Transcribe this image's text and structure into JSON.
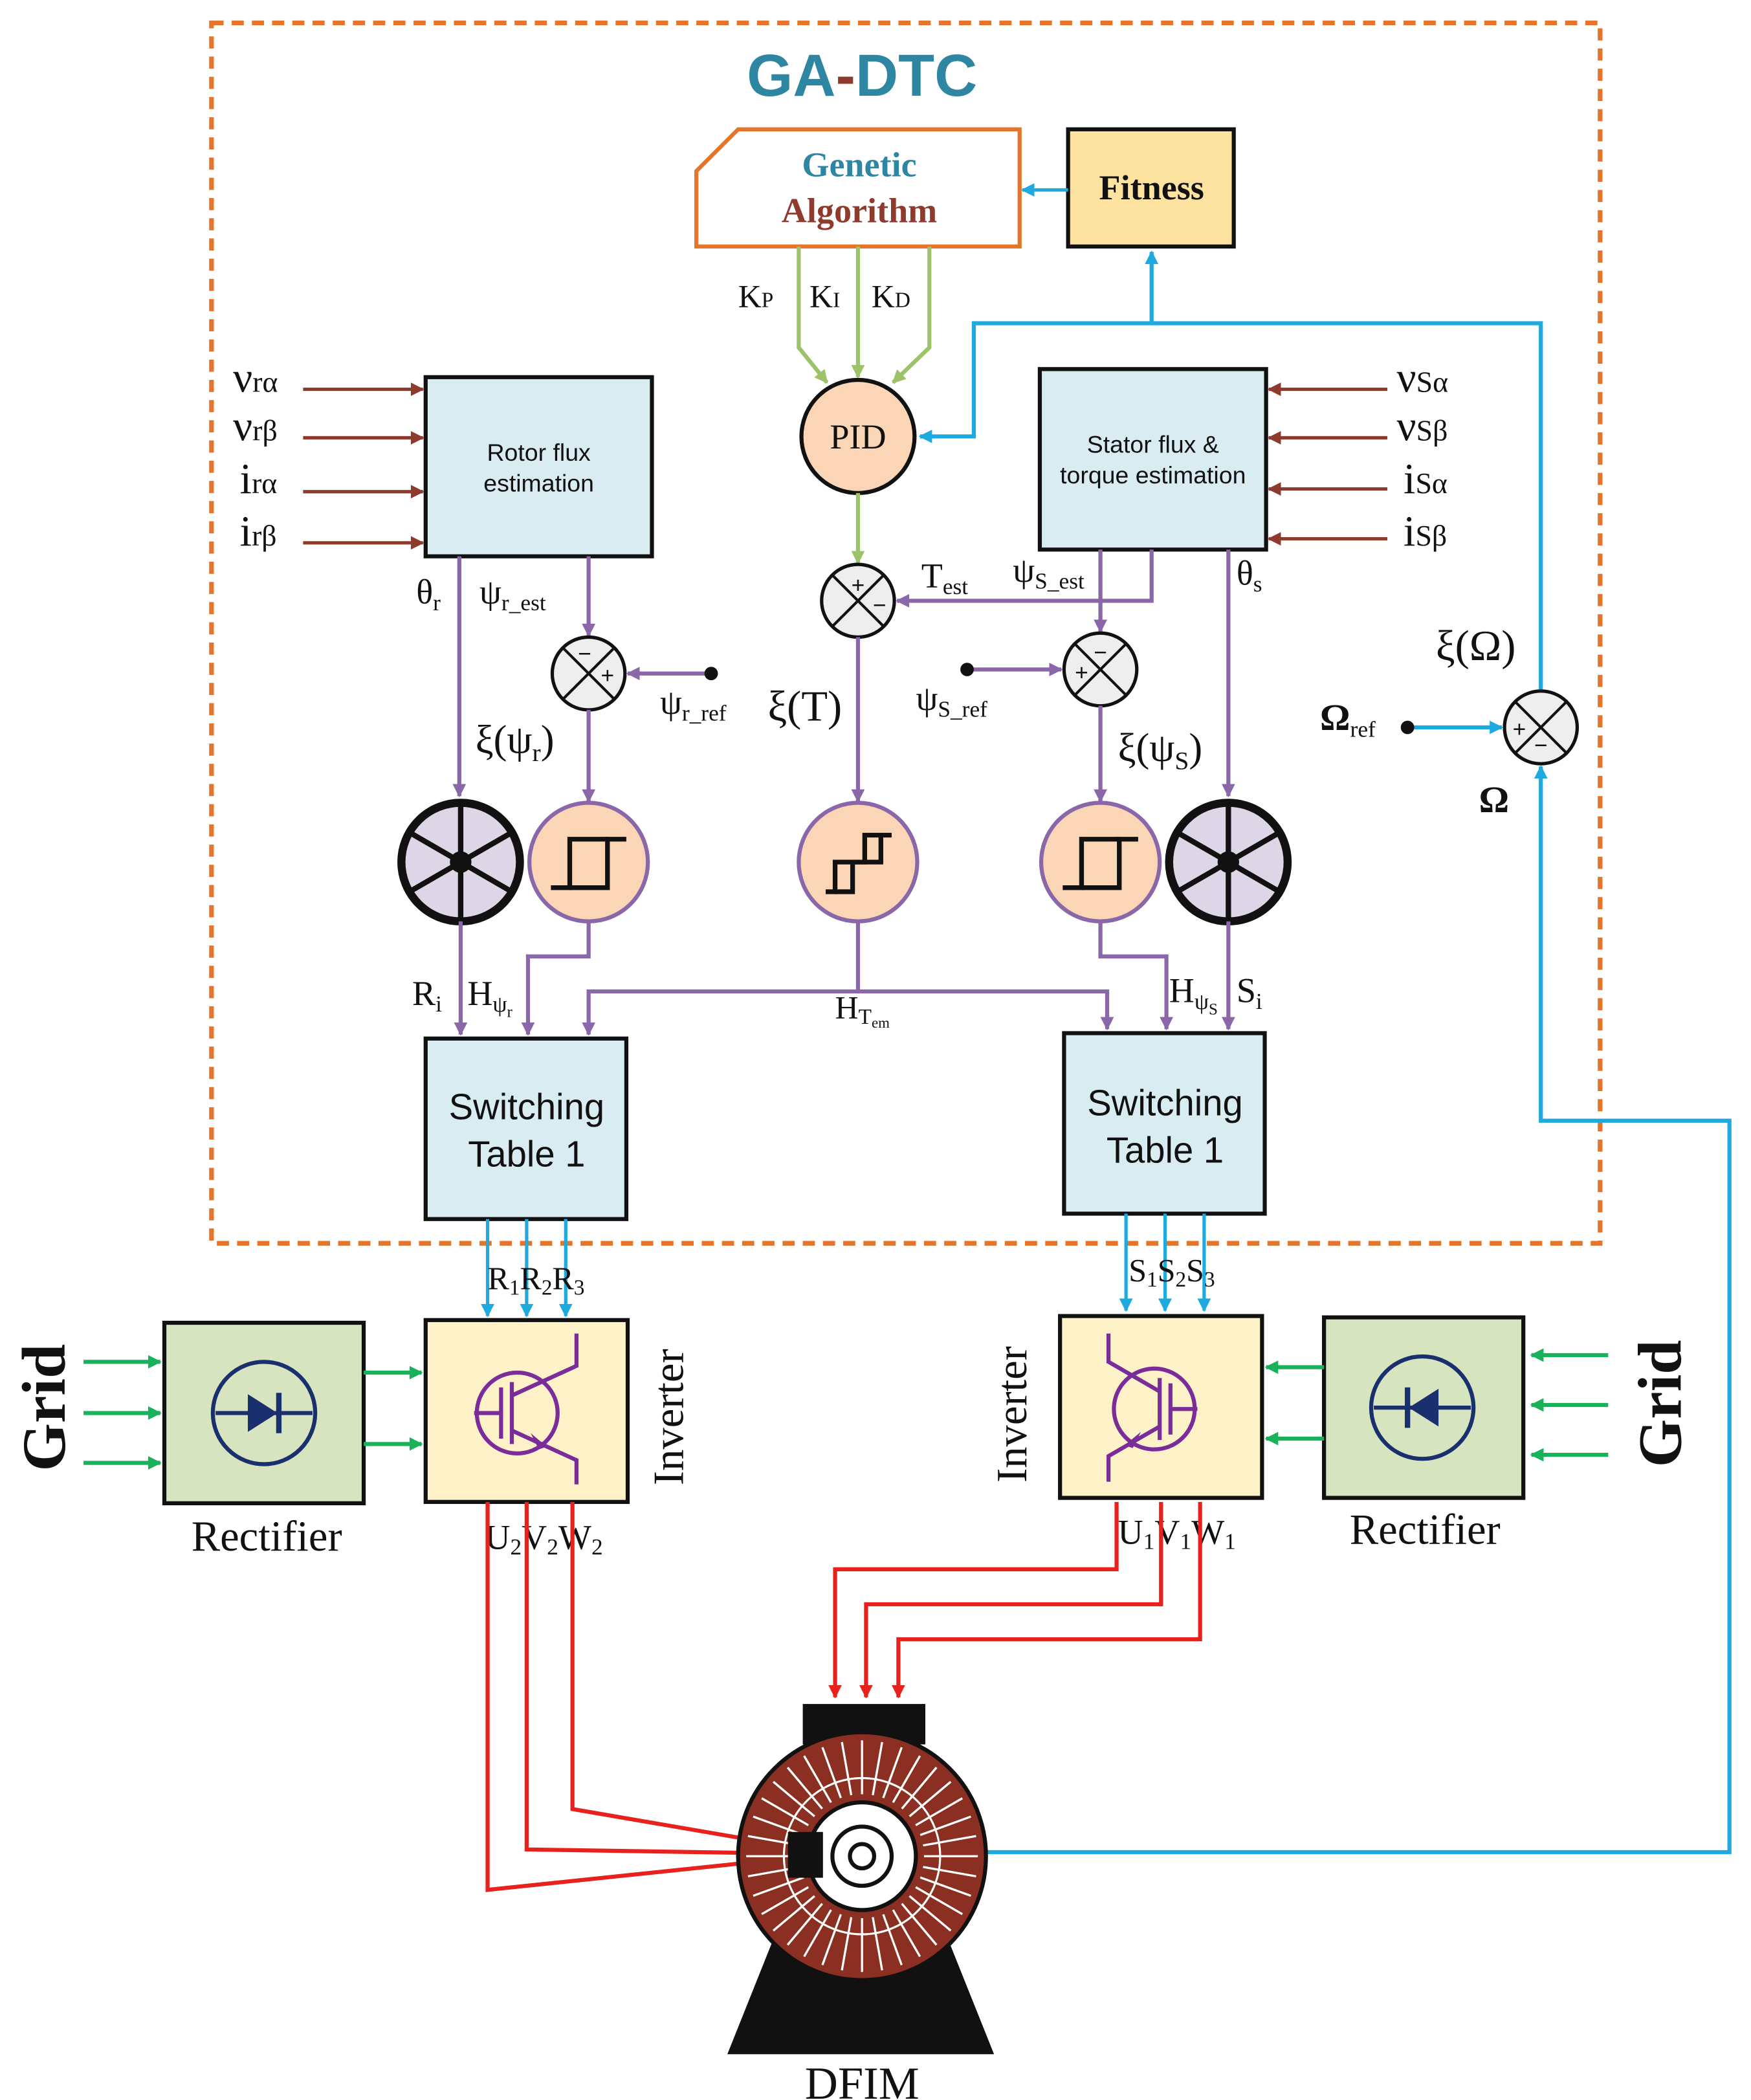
{
  "title": {
    "part1": "GA",
    "dash": "-",
    "part2": "DTC"
  },
  "blocks": {
    "ga_line1": "Genetic",
    "ga_line2": "Algorithm",
    "fitness": "Fitness",
    "pid": "PID",
    "rotor_est_line1": "Rotor flux",
    "rotor_est_line2": "estimation",
    "stator_est_line1": "Stator flux &",
    "stator_est_line2": "torque estimation",
    "switch_left_line1": "Switching",
    "switch_left_line2": "Table 1",
    "switch_right_line1": "Switching",
    "switch_right_line2": "Table 1",
    "inverter_left": "Inverter",
    "inverter_right": "Inverter",
    "rectifier_left": "Rectifier",
    "rectifier_right": "Rectifier",
    "grid_left": "Grid",
    "grid_right": "Grid",
    "motor": "DFIM"
  },
  "signals": {
    "kp_main": "K",
    "kp_sub": "P",
    "ki_main": "K",
    "ki_sub": "I",
    "kd_main": "K",
    "kd_sub": "D",
    "v_ra_main": "ν",
    "v_ra_sub": "rα",
    "v_rb_main": "ν",
    "v_rb_sub": "rβ",
    "i_ra_main": "i",
    "i_ra_sub": "rα",
    "i_rb_main": "i",
    "i_rb_sub": "rβ",
    "v_sa_main": "ν",
    "v_sa_sub": "Sα",
    "v_sb_main": "ν",
    "v_sb_sub": "Sβ",
    "i_sa_main": "i",
    "i_sa_sub": "Sα",
    "i_sb_main": "i",
    "i_sb_sub": "Sβ",
    "theta_r_main": "θ",
    "theta_r_sub": "r",
    "psi_r_est_main": "ψ",
    "psi_r_est_sub": "r_est",
    "psi_r_ref_main": "ψ",
    "psi_r_ref_sub": "r_ref",
    "xi_psi_r_pre": "ξ(ψ",
    "xi_psi_r_sub": "r",
    "xi_psi_r_post": ")",
    "t_est_main": "T",
    "t_est_sub": "est",
    "psi_s_est_main": "ψ",
    "psi_s_est_sub": "S_est",
    "theta_s_main": "θ",
    "theta_s_sub": "s",
    "psi_s_ref_main": "ψ",
    "psi_s_ref_sub": "S_ref",
    "xi_t": "ξ(T)",
    "xi_psi_s_pre": "ξ(ψ",
    "xi_psi_s_sub": "S",
    "xi_psi_s_post": ")",
    "xi_omega": "ξ(Ω)",
    "omega_ref_main": "Ω",
    "omega_ref_sub": "ref",
    "omega": "Ω",
    "r_i_main": "R",
    "r_i_sub": "i",
    "h_psi_r_main": "H",
    "h_psi_r_sub": "ψ",
    "h_psi_r_subsub": "r",
    "h_tem_main": "H",
    "h_tem_sub": "T",
    "h_tem_subsub": "em",
    "h_psi_s_main": "H",
    "h_psi_s_sub": "ψ",
    "h_psi_s_subsub": "S",
    "s_i_main": "S",
    "s_i_sub": "i",
    "r1_main": "R",
    "r1_sub": "1",
    "r2_main": "R",
    "r2_sub": "2",
    "r3_main": "R",
    "r3_sub": "3",
    "s1_main": "S",
    "s1_sub": "1",
    "s2_main": "S",
    "s2_sub": "2",
    "s3_main": "S",
    "s3_sub": "3",
    "u2_main": "U",
    "u2_sub": "2",
    "v2_main": "V",
    "v2_sub": "2",
    "w2_main": "W",
    "w2_sub": "2",
    "u1_main": "U",
    "u1_sub": "1",
    "v1_main": "V",
    "v1_sub": "1",
    "w1_main": "W",
    "w1_sub": "1"
  },
  "summing_signs": {
    "plus": "+",
    "minus": "−"
  },
  "colors": {
    "title_teal": "#2f86a3",
    "title_brown": "#8e3a2c",
    "title_orange": "#e4752a",
    "frame_orange": "#e4752a",
    "box_blue": "#d8ecf2",
    "fitness_yellow": "#fde3a0",
    "block_peach": "#fbd6b6",
    "sector_lavender": "#ddd6e6",
    "converter_green": "#d6e4bf",
    "inverter_cream": "#fdf2c8",
    "signal_purple": "#8a67a8",
    "signal_brown": "#8e3a2c",
    "signal_blue": "#1ea9df",
    "gain_green": "#9cc26a",
    "power_red": "#e8211c",
    "grid_green": "#19b15a",
    "motor_brown": "#8b2f22"
  }
}
